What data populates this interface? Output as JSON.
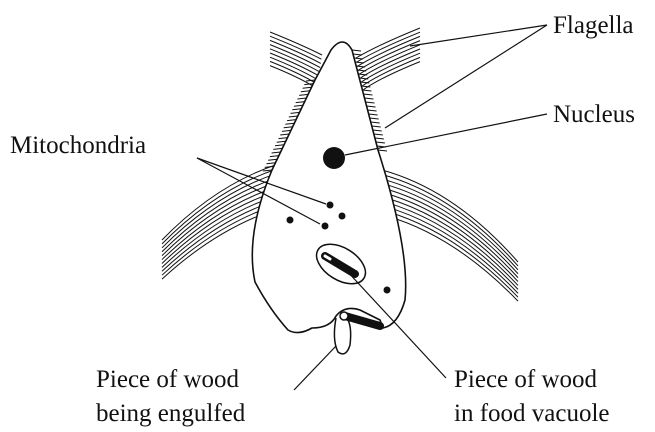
{
  "labels": {
    "flagella": "Flagella",
    "nucleus": "Nucleus",
    "mitochondria": "Mitochondria",
    "wood_engulfed_line1": "Piece of wood",
    "wood_engulfed_line2": "being engulfed",
    "wood_vacuole_line1": "Piece of wood",
    "wood_vacuole_line2": "in food vacuole"
  },
  "colors": {
    "ink": "#111111",
    "background": "#ffffff"
  }
}
